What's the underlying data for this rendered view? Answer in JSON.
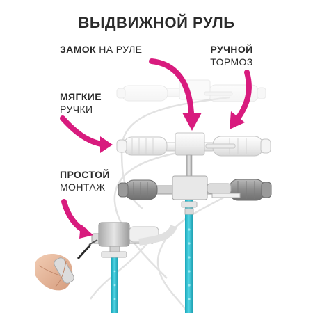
{
  "title": "ВЫДВИЖНОЙ РУЛЬ",
  "labels": {
    "lock_bold": "ЗАМОК",
    "lock_rest": " НА РУЛЕ",
    "brake_bold": "РУЧНОЙ",
    "brake_rest": "ТОРМОЗ",
    "grips_bold": "МЯГКИЕ",
    "grips_rest": "РУЧКИ",
    "mount_bold": "ПРОСТОЙ",
    "mount_rest": "МОНТАЖ"
  },
  "colors": {
    "accent_arrow": "#d81b7e",
    "stem": "#2bbccf",
    "handle_grey": "#8a8a8a",
    "handle_white": "#eeeeee"
  }
}
